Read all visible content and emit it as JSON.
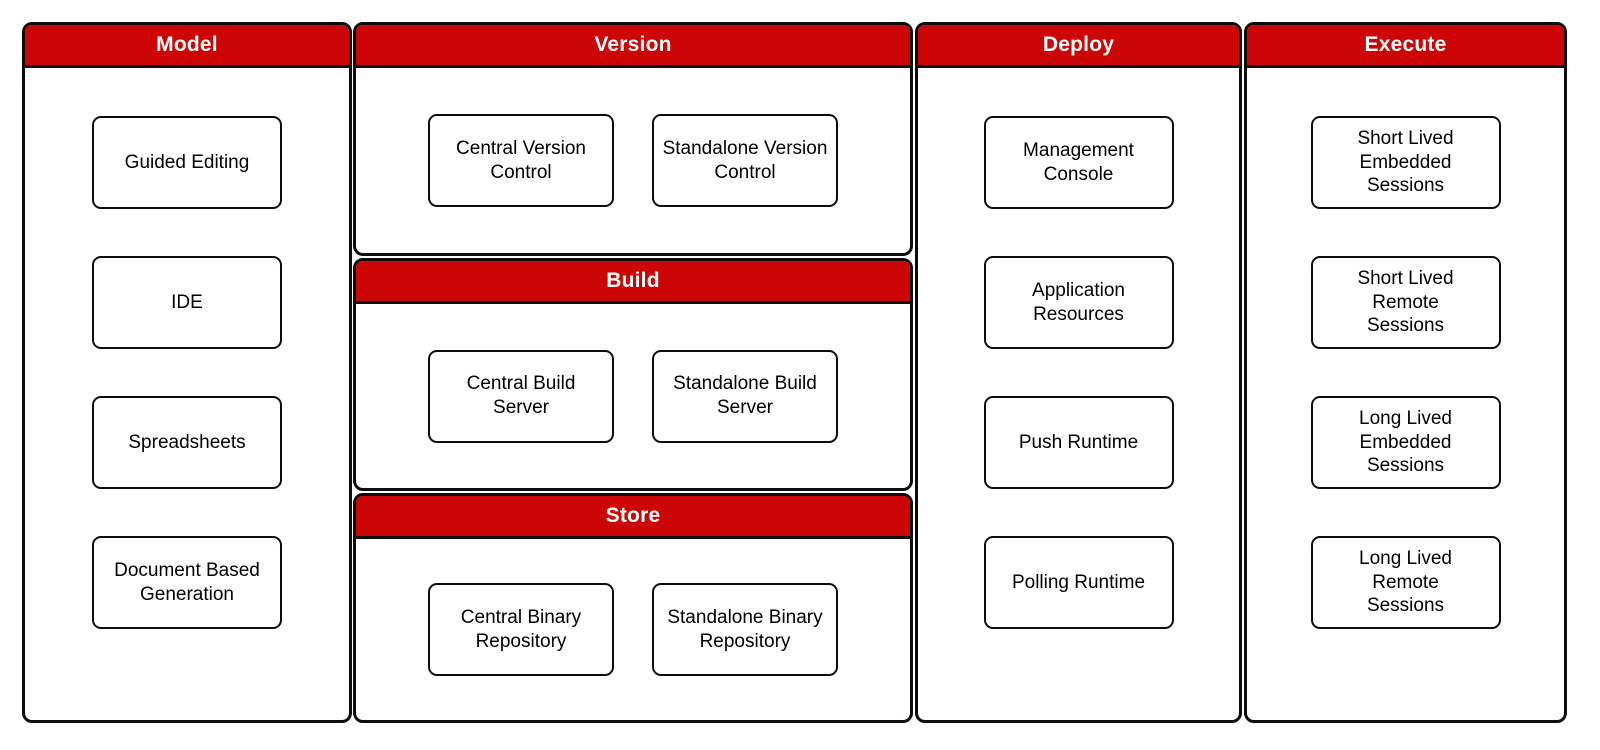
{
  "colors": {
    "header_bg": "#CC0606",
    "header_text": "#FFFFFF",
    "border": "#000000",
    "node_bg": "#FFFFFF",
    "node_text": "#000000",
    "page_bg": "#FFFFFF"
  },
  "columns": {
    "model": {
      "title": "Model",
      "items": [
        "Guided Editing",
        "IDE",
        "Spreadsheets",
        "Document Based\nGeneration"
      ]
    },
    "version": {
      "title": "Version",
      "items": [
        "Central Version\nControl",
        "Standalone Version\nControl"
      ]
    },
    "build": {
      "title": "Build",
      "items": [
        "Central Build\nServer",
        "Standalone Build\nServer"
      ]
    },
    "store": {
      "title": "Store",
      "items": [
        "Central Binary\nRepository",
        "Standalone Binary\nRepository"
      ]
    },
    "deploy": {
      "title": "Deploy",
      "items": [
        "Management\nConsole",
        "Application\nResources",
        "Push Runtime",
        "Polling Runtime"
      ]
    },
    "execute": {
      "title": "Execute",
      "items": [
        "Short Lived\nEmbedded\nSessions",
        "Short Lived\nRemote\nSessions",
        "Long Lived\nEmbedded\nSessions",
        "Long Lived\nRemote\nSessions"
      ]
    }
  }
}
